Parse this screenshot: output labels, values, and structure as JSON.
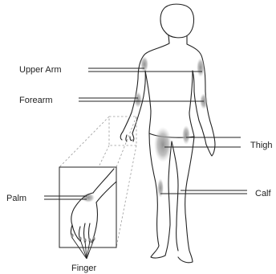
{
  "labels": {
    "upper_arm": "Upper Arm",
    "forearm": "Forearm",
    "thigh": "Thigh",
    "palm": "Palm",
    "calf": "Calf",
    "finger": "Finger"
  },
  "colors": {
    "outline": "#222222",
    "highlight": "#8c8c8c",
    "zoom_dash": "#9a9a9a"
  }
}
